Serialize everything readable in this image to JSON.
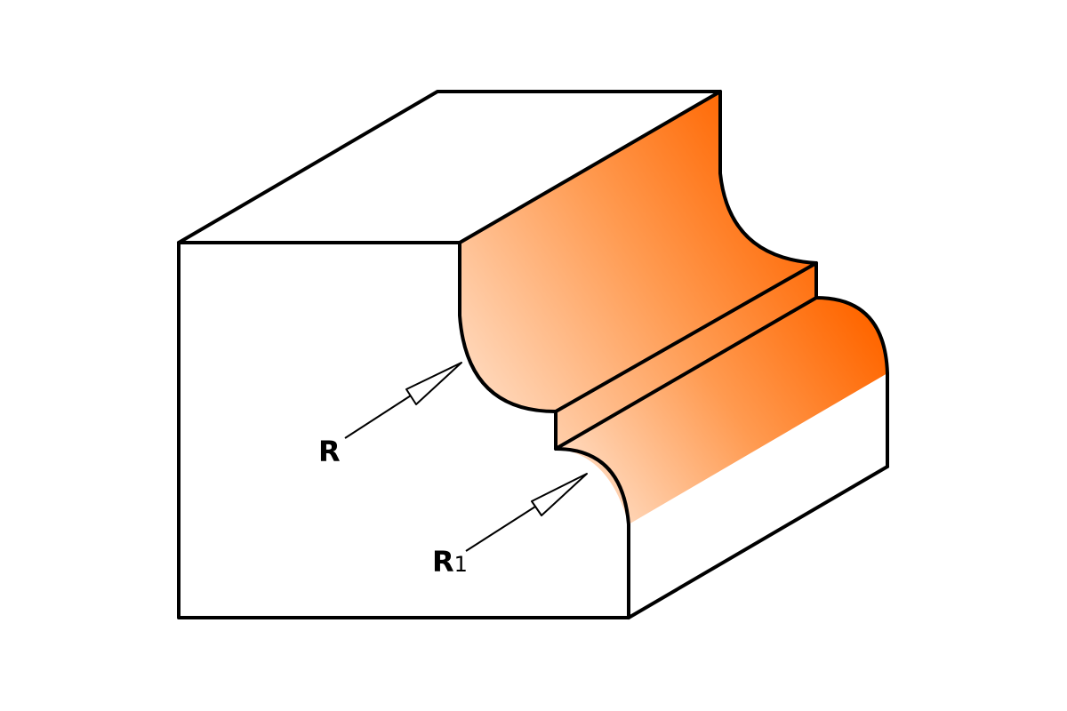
{
  "diagram": {
    "labels": {
      "radius_main": "R",
      "radius_secondary_letter": "R",
      "radius_secondary_sub": "1"
    },
    "colors": {
      "profile_dark": "#ff6600",
      "profile_light": "#ffd9bd",
      "outline": "#000000",
      "background": "#ffffff"
    }
  }
}
